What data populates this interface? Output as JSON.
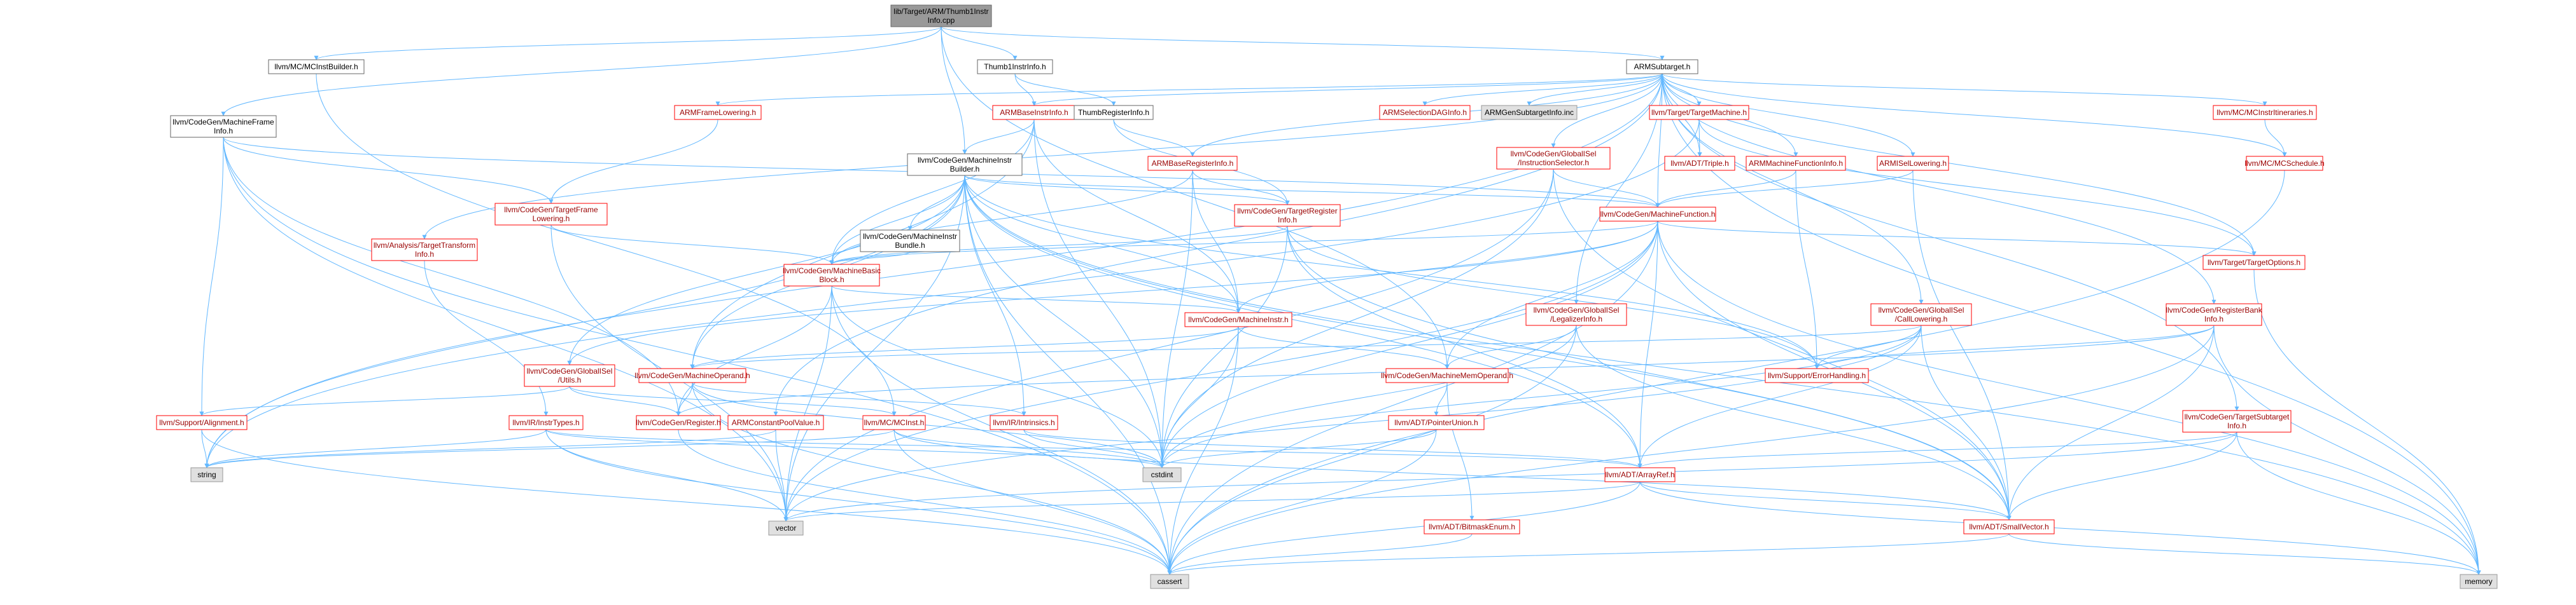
{
  "page_title": "Include dependency graph for ThumbInstrInfo.cpp",
  "colors": {
    "edge": "#63b8ff",
    "edge_dark": "#404040",
    "node_border_red": "#ff0000",
    "node_border_gray": "#999999",
    "node_border_black": "#666666",
    "node_fill": "#ffffff",
    "node_fill_gray": "#e0e0e0",
    "root_fill": "#999999",
    "text_red": "#9a0000",
    "text_black": "#000000"
  },
  "nodes": [
    {
      "id": "root",
      "label": "lib/Target/ARM/Thumb1Instr Info.cpp",
      "kind": "root"
    },
    {
      "id": "mcinstbuilder",
      "label": "llvm/MC/MCInstBuilder.h",
      "kind": "black"
    },
    {
      "id": "thumb1",
      "label": "Thumb1InstrInfo.h",
      "kind": "black"
    },
    {
      "id": "armsubtarget",
      "label": "ARMSubtarget.h",
      "kind": "black"
    },
    {
      "id": "mfi",
      "label": "llvm/CodeGen/MachineFrame Info.h",
      "kind": "black"
    },
    {
      "id": "armframe",
      "label": "ARMFrameLowering.h",
      "kind": "red"
    },
    {
      "id": "armbaseinstr",
      "label": "ARMBaseInstrInfo.h",
      "kind": "red"
    },
    {
      "id": "thumbreg",
      "label": "ThumbRegisterInfo.h",
      "kind": "black"
    },
    {
      "id": "mib",
      "label": "llvm/CodeGen/MachineInstr Builder.h",
      "kind": "black"
    },
    {
      "id": "armselection",
      "label": "ARMSelectionDAGInfo.h",
      "kind": "red"
    },
    {
      "id": "armgensub",
      "label": "ARMGenSubtargetInfo.inc",
      "kind": "gray"
    },
    {
      "id": "targetmachine",
      "label": "llvm/Target/TargetMachine.h",
      "kind": "red"
    },
    {
      "id": "mcinstritin",
      "label": "llvm/MC/MCInstrItineraries.h",
      "kind": "red"
    },
    {
      "id": "targetframe",
      "label": "llvm/CodeGen/TargetFrame Lowering.h",
      "kind": "red"
    },
    {
      "id": "armbasereg",
      "label": "ARMBaseRegisterInfo.h",
      "kind": "red"
    },
    {
      "id": "isel",
      "label": "llvm/CodeGen/GlobalISel /InstructionSelector.h",
      "kind": "red"
    },
    {
      "id": "triple",
      "label": "llvm/ADT/Triple.h",
      "kind": "red"
    },
    {
      "id": "armmfi",
      "label": "ARMMachineFunctionInfo.h",
      "kind": "red"
    },
    {
      "id": "armisel",
      "label": "ARMISelLowering.h",
      "kind": "red"
    },
    {
      "id": "mcschedule",
      "label": "llvm/MC/MCSchedule.h",
      "kind": "red"
    },
    {
      "id": "tti",
      "label": "llvm/Analysis/TargetTransform Info.h",
      "kind": "red"
    },
    {
      "id": "mibundle",
      "label": "llvm/CodeGen/MachineInstr Bundle.h",
      "kind": "black"
    },
    {
      "id": "tri",
      "label": "llvm/CodeGen/TargetRegister Info.h",
      "kind": "red"
    },
    {
      "id": "mf",
      "label": "llvm/CodeGen/MachineFunction.h",
      "kind": "red"
    },
    {
      "id": "targetoptions",
      "label": "llvm/Target/TargetOptions.h",
      "kind": "red"
    },
    {
      "id": "mbb",
      "label": "llvm/CodeGen/MachineBasic Block.h",
      "kind": "red"
    },
    {
      "id": "mi",
      "label": "llvm/CodeGen/MachineInstr.h",
      "kind": "red"
    },
    {
      "id": "legalizer",
      "label": "llvm/CodeGen/GlobalISel /LegalizerInfo.h",
      "kind": "red"
    },
    {
      "id": "calllowering",
      "label": "llvm/CodeGen/GlobalISel /CallLowering.h",
      "kind": "red"
    },
    {
      "id": "regbank",
      "label": "llvm/CodeGen/RegisterBank Info.h",
      "kind": "red"
    },
    {
      "id": "gisutils",
      "label": "llvm/CodeGen/GlobalISel /Utils.h",
      "kind": "red"
    },
    {
      "id": "mo",
      "label": "llvm/CodeGen/MachineOperand.h",
      "kind": "red"
    },
    {
      "id": "mmo",
      "label": "llvm/CodeGen/MachineMemOperand.h",
      "kind": "red"
    },
    {
      "id": "errorhandling",
      "label": "llvm/Support/ErrorHandling.h",
      "kind": "red"
    },
    {
      "id": "alignment",
      "label": "llvm/Support/Alignment.h",
      "kind": "red"
    },
    {
      "id": "register",
      "label": "llvm/CodeGen/Register.h",
      "kind": "red"
    },
    {
      "id": "instrtypes",
      "label": "llvm/IR/InstrTypes.h",
      "kind": "red"
    },
    {
      "id": "armcpv",
      "label": "ARMConstantPoolValue.h",
      "kind": "red"
    },
    {
      "id": "mcinst",
      "label": "llvm/MC/MCInst.h",
      "kind": "red"
    },
    {
      "id": "intrinsics",
      "label": "llvm/IR/Intrinsics.h",
      "kind": "red"
    },
    {
      "id": "pointerunion",
      "label": "llvm/ADT/PointerUnion.h",
      "kind": "red"
    },
    {
      "id": "tsi",
      "label": "llvm/CodeGen/TargetSubtarget Info.h",
      "kind": "red"
    },
    {
      "id": "arrayref",
      "label": "llvm/ADT/ArrayRef.h",
      "kind": "red"
    },
    {
      "id": "string",
      "label": "string",
      "kind": "gray"
    },
    {
      "id": "cstdint",
      "label": "cstdint",
      "kind": "gray"
    },
    {
      "id": "vector",
      "label": "vector",
      "kind": "gray"
    },
    {
      "id": "bitmask",
      "label": "llvm/ADT/BitmaskEnum.h",
      "kind": "red"
    },
    {
      "id": "smallvector",
      "label": "llvm/ADT/SmallVector.h",
      "kind": "red"
    },
    {
      "id": "cassert",
      "label": "cassert",
      "kind": "gray"
    },
    {
      "id": "memory",
      "label": "memory",
      "kind": "gray"
    }
  ]
}
